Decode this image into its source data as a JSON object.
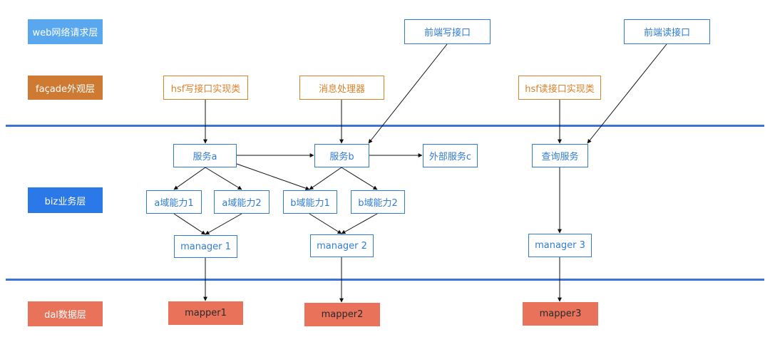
{
  "colors": {
    "web_layer": "#59a8ef",
    "facade_layer": "#cf7a33",
    "biz_layer": "#2b79e8",
    "dal_layer": "#e8735a",
    "separator": "#3a74d6",
    "blue_outline": "#2f7bd6",
    "orange_outline": "#d9822b"
  },
  "layers": {
    "web": "web网络请求层",
    "facade": "façade外观层",
    "biz": "biz业务层",
    "dal": "dal数据层"
  },
  "web_interfaces": {
    "write": "前端写接口",
    "read": "前端读接口"
  },
  "facade_boxes": {
    "hsf_write": "hsf写接口实现类",
    "message_processor": "消息处理器",
    "hsf_read": "hsf读接口实现类"
  },
  "services": {
    "service_a": "服务a",
    "service_b": "服务b",
    "external_c": "外部服务c",
    "query": "查询服务"
  },
  "capabilities": {
    "a1": "a域能力1",
    "a2": "a域能力2",
    "b1": "b域能力1",
    "b2": "b域能力2"
  },
  "managers": {
    "m1": "manager 1",
    "m2": "manager 2",
    "m3": "manager 3"
  },
  "mappers": {
    "p1": "mapper1",
    "p2": "mapper2",
    "p3": "mapper3"
  }
}
